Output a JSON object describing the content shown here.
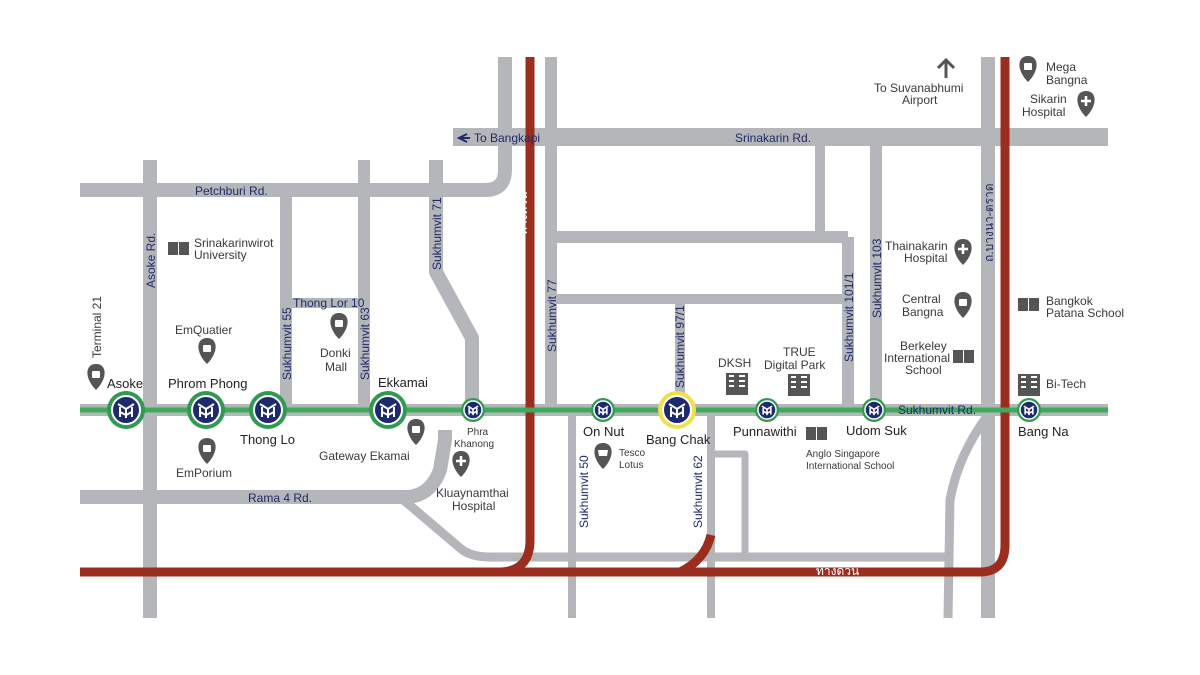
{
  "roads": {
    "petchburi": "Petchburi Rd.",
    "rama4": "Rama 4 Rd.",
    "srinakarin": "Srinakarin Rd.",
    "to_bangkapi": "To Bangkapi",
    "asoke_rd": "Asoke Rd.",
    "thonglor10": "Thong Lor 10",
    "sukhumvit55": "Sukhumvit 55",
    "sukhumvit63": "Sukhumvit 63",
    "sukhumvit71": "Sukhumvit 71",
    "sukhumvit77": "Sukhumvit 77",
    "sukhumvit97_1": "Sukhumvit 97/1",
    "sukhumvit101_1": "Sukhumvit 101/1",
    "sukhumvit103": "Sukhumvit 103",
    "sukhumvit50": "Sukhumvit 50",
    "sukhumvit62": "Sukhumvit 62",
    "sukhumvit_rd": "Sukhumvit Rd.",
    "expressway_v": "ทางด่วน",
    "expressway_h": "ทางด่วน",
    "bangna_trad": "ถ.บางนา-ตราด",
    "terminal21": "Terminal 21"
  },
  "stations": [
    {
      "name": "Asoke",
      "size": "big",
      "selected": false
    },
    {
      "name": "Phrom Phong",
      "size": "big",
      "selected": false
    },
    {
      "name": "Thong Lo",
      "size": "big",
      "selected": false
    },
    {
      "name": "Ekkamai",
      "size": "big",
      "selected": false
    },
    {
      "name": "Phra Khanong",
      "size": "small",
      "selected": false
    },
    {
      "name": "On Nut",
      "size": "small",
      "selected": false
    },
    {
      "name": "Bang Chak",
      "size": "big",
      "selected": true
    },
    {
      "name": "Punnawithi",
      "size": "small",
      "selected": false
    },
    {
      "name": "Udom Suk",
      "size": "small",
      "selected": false
    },
    {
      "name": "Bang Na",
      "size": "small",
      "selected": false
    }
  ],
  "places": {
    "srinakarinwirot": [
      "Srinakarinwirot",
      "University"
    ],
    "emquartier": "EmQuatier",
    "emporium": "EmPorium",
    "donki": [
      "Donki",
      "Mall"
    ],
    "gateway": "Gateway Ekamai",
    "kluaynamthai": [
      "Kluaynamthai",
      "Hospital"
    ],
    "tesco": [
      "Tesco",
      "Lotus"
    ],
    "dksh": "DKSH",
    "true_park": [
      "TRUE",
      "Digital Park"
    ],
    "anglo": [
      "Anglo Singapore",
      "International School"
    ],
    "berkeley": [
      "Berkeley",
      "International",
      "School"
    ],
    "central_bangna": [
      "Central",
      "Bangna"
    ],
    "thainakarin": [
      "Thainakarin",
      "Hospital"
    ],
    "patana": [
      "Bangkok",
      "Patana School"
    ],
    "bitech": "Bi-Tech",
    "mega_bangna": [
      "Mega",
      "Bangna"
    ],
    "sikarin": [
      "Sikarin",
      "Hospital"
    ],
    "to_airport": [
      "To Suvanabhumi",
      "Airport"
    ]
  },
  "colors": {
    "road": "#b4b6b9",
    "expressway": "#9b2d1f",
    "bts_line": "#3cab5c",
    "station_fill": "#1d2a6e",
    "station_ring": "#2f9a50",
    "selected_ring": "#f2e04a",
    "icon": "#555555"
  }
}
